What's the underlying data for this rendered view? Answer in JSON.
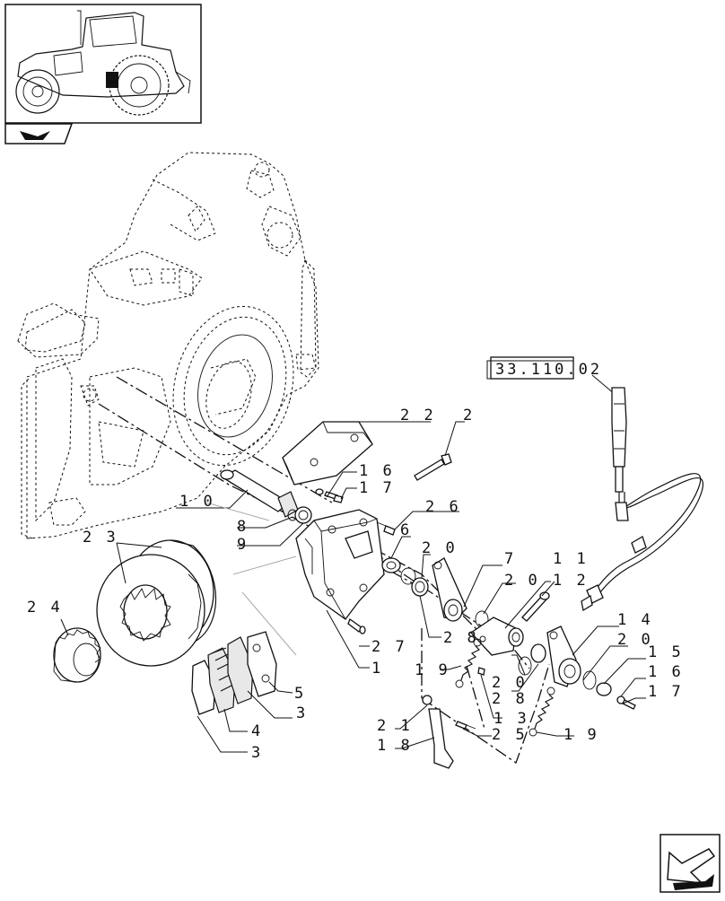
{
  "reference": "33.110.02",
  "callouts": [
    {
      "id": "c22",
      "text": "2 2"
    },
    {
      "id": "c2",
      "text": "2"
    },
    {
      "id": "c16a",
      "text": "1 6"
    },
    {
      "id": "c17a",
      "text": "1 7"
    },
    {
      "id": "c10",
      "text": "1 0"
    },
    {
      "id": "c26",
      "text": "2 6"
    },
    {
      "id": "c8",
      "text": "8"
    },
    {
      "id": "c6",
      "text": "6"
    },
    {
      "id": "c9",
      "text": "9"
    },
    {
      "id": "c20a",
      "text": "2 0"
    },
    {
      "id": "c23",
      "text": "2 3"
    },
    {
      "id": "c7",
      "text": "7"
    },
    {
      "id": "c11",
      "text": "1 1"
    },
    {
      "id": "c20b",
      "text": "2 0"
    },
    {
      "id": "c12",
      "text": "1 2"
    },
    {
      "id": "c24",
      "text": "2 4"
    },
    {
      "id": "c14",
      "text": "1 4"
    },
    {
      "id": "c20c",
      "text": "2 0"
    },
    {
      "id": "c27",
      "text": "2 7"
    },
    {
      "id": "c28a",
      "text": "2 8"
    },
    {
      "id": "c15",
      "text": "1 5"
    },
    {
      "id": "c1",
      "text": "1"
    },
    {
      "id": "c16b",
      "text": "1 6"
    },
    {
      "id": "c19a",
      "text": "1 9"
    },
    {
      "id": "c20d",
      "text": "2 0"
    },
    {
      "id": "c5",
      "text": "5"
    },
    {
      "id": "c17b",
      "text": "1 7"
    },
    {
      "id": "c28b",
      "text": "2 8"
    },
    {
      "id": "c3a",
      "text": "3"
    },
    {
      "id": "c21",
      "text": "2 1"
    },
    {
      "id": "c13",
      "text": "1 3"
    },
    {
      "id": "c25",
      "text": "2 5"
    },
    {
      "id": "c19b",
      "text": "1 9"
    },
    {
      "id": "c18",
      "text": "1 8"
    },
    {
      "id": "c4",
      "text": "4"
    },
    {
      "id": "c3b",
      "text": "3"
    }
  ],
  "icons": {
    "thumbnail": "tractor-thumbnail-icon",
    "section": "page-flip-icon",
    "navigate": "next-page-arrow-icon"
  }
}
